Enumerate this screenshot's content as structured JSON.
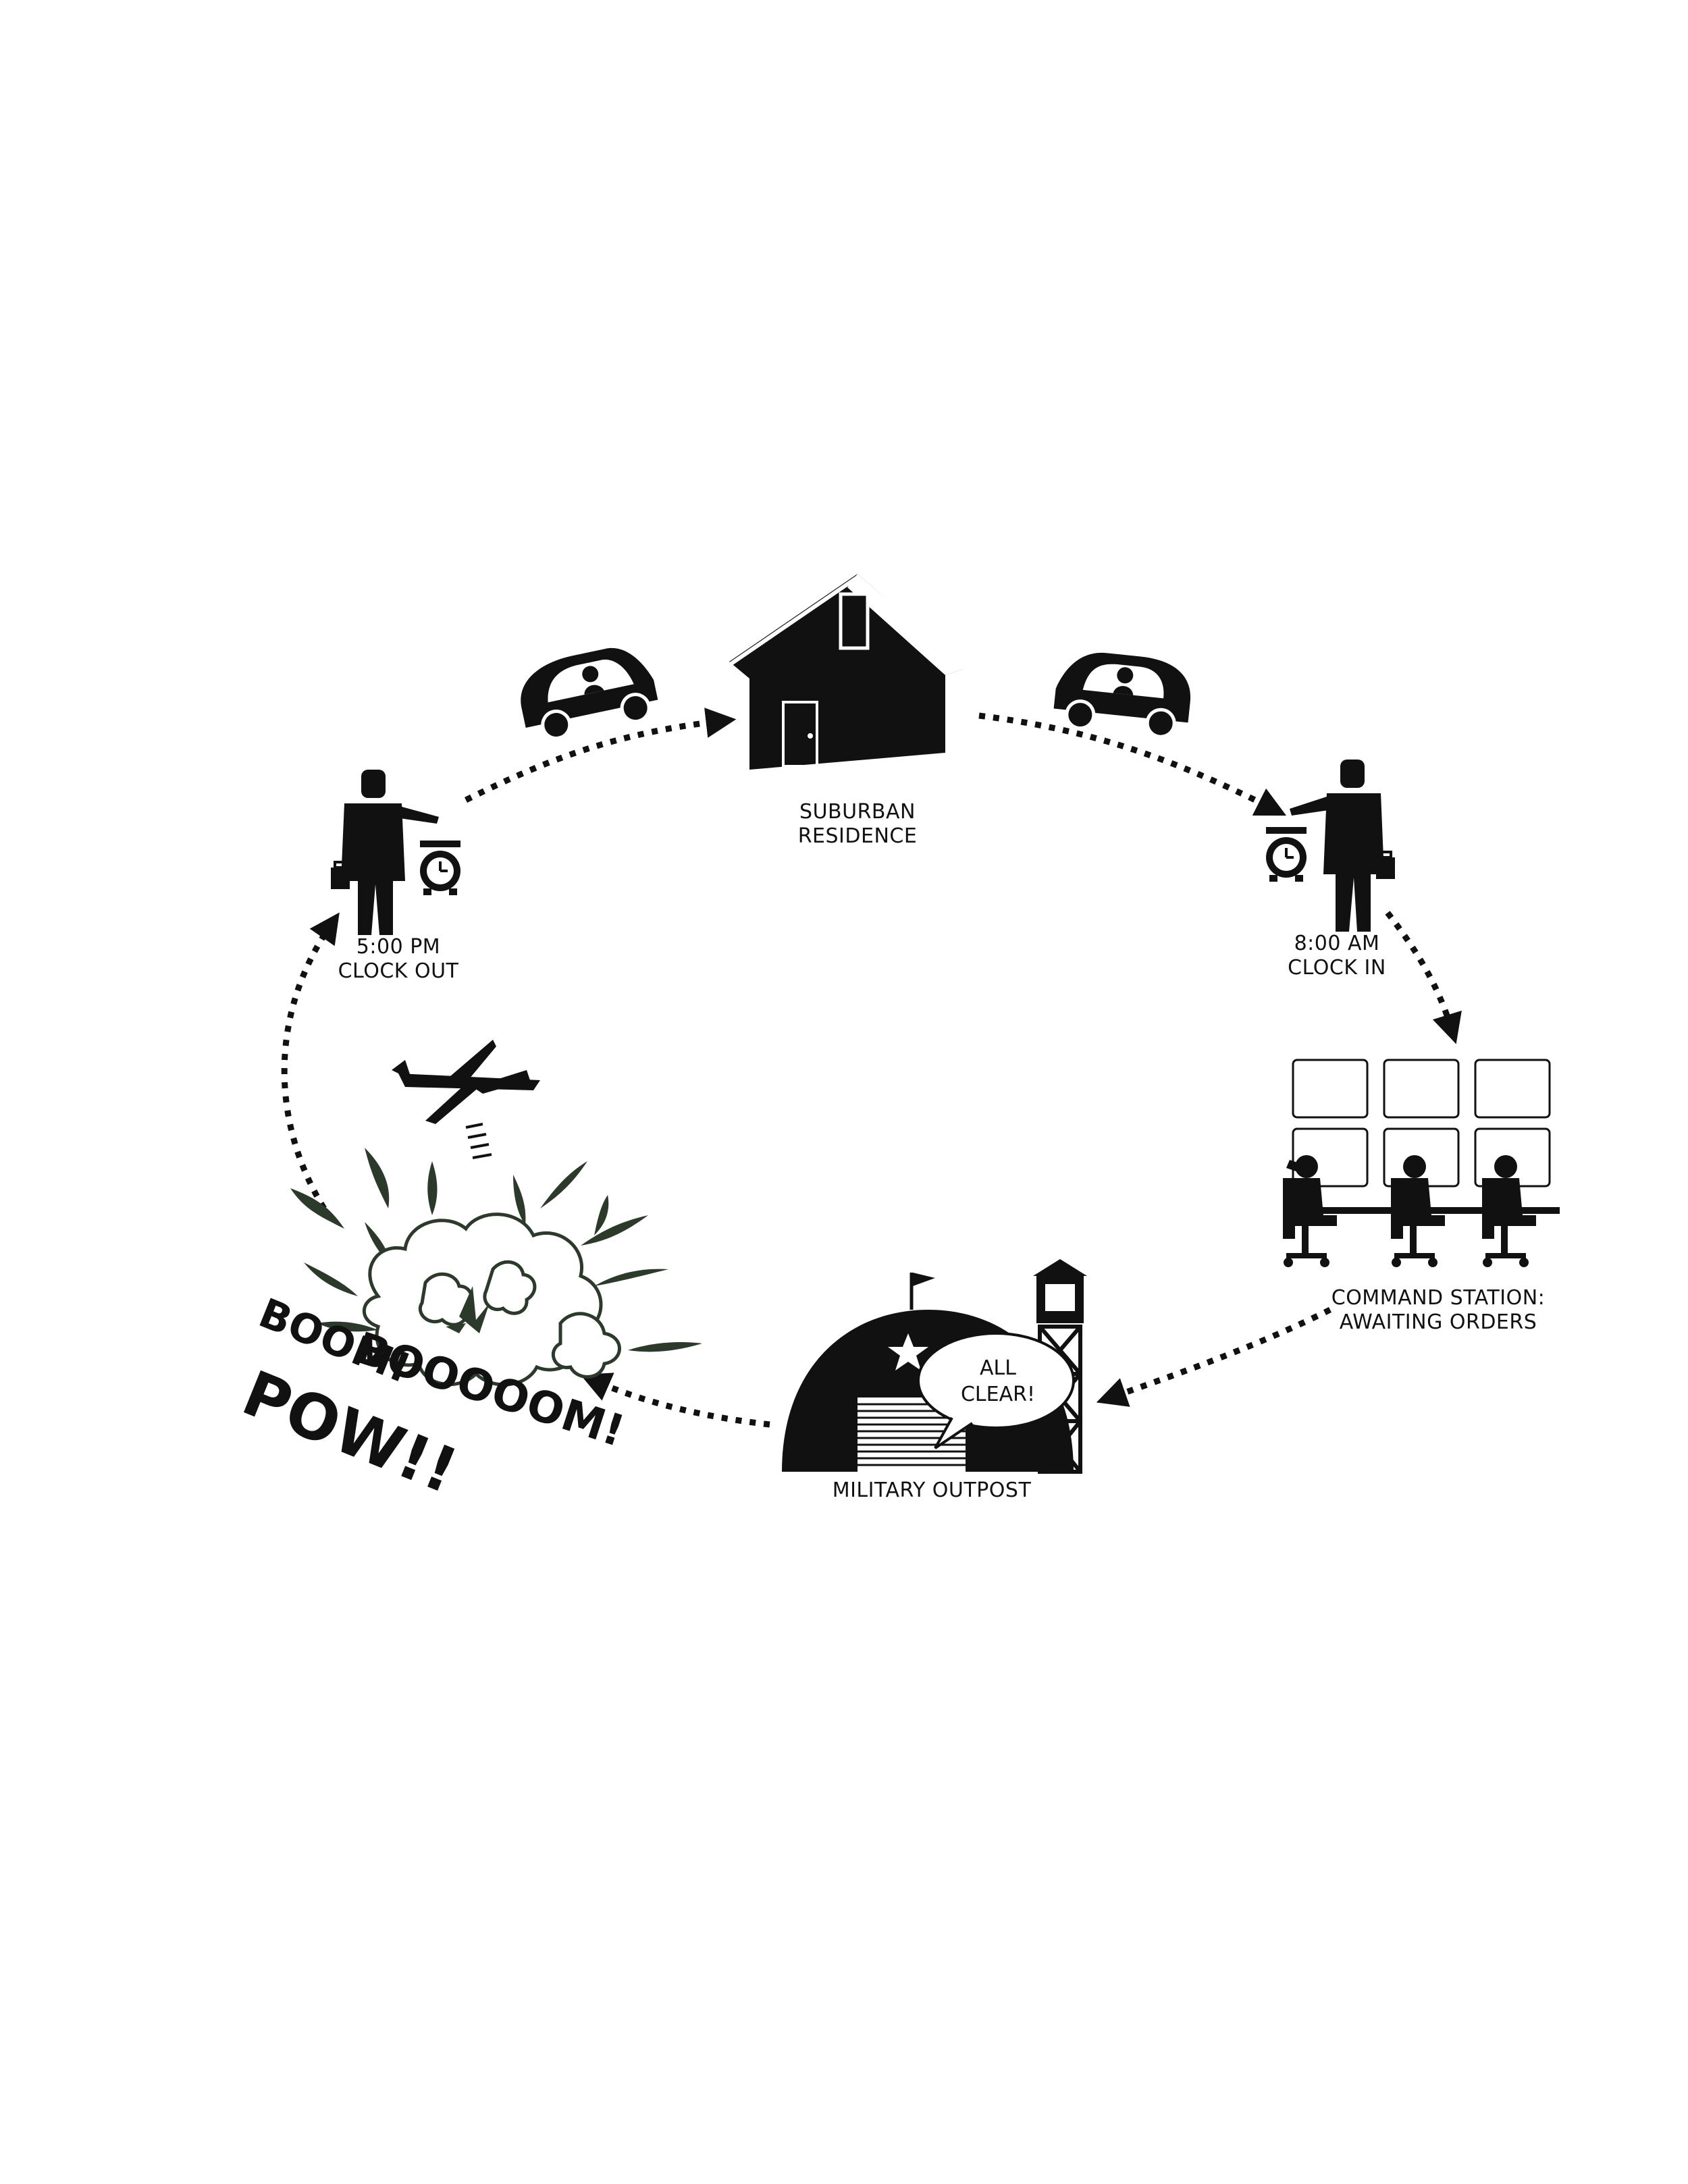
{
  "nodes": {
    "residence": {
      "label_line1": "SUBURBAN",
      "label_line2": "RESIDENCE"
    },
    "clock_in": {
      "label_line1": "8:00 AM",
      "label_line2": "CLOCK IN"
    },
    "command": {
      "label_line1": "COMMAND STATION:",
      "label_line2": "AWAITING ORDERS"
    },
    "outpost": {
      "label_line1": "MILITARY OUTPOST",
      "bubble_line1": "ALL",
      "bubble_line2": "CLEAR!"
    },
    "strike": {
      "boom1": "BOOOOOM!",
      "boom2": "BOOM!",
      "boom3": "POW!!"
    },
    "clock_out": {
      "label_line1": "5:00 PM",
      "label_line2": "CLOCK OUT"
    }
  },
  "colors": {
    "ink": "#111111",
    "background": "#ffffff",
    "smoke": "#2b3a2a"
  }
}
